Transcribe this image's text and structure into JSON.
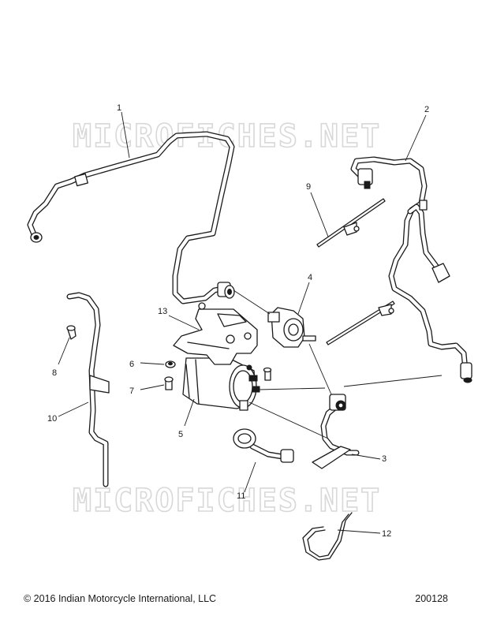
{
  "watermark": {
    "top_text": "MICROFICHES.NET",
    "bottom_text": "MICROFICHES.NET"
  },
  "callouts": [
    {
      "id": "1",
      "label": "1"
    },
    {
      "id": "2",
      "label": "2"
    },
    {
      "id": "3",
      "label": "3"
    },
    {
      "id": "4",
      "label": "4"
    },
    {
      "id": "5",
      "label": "5"
    },
    {
      "id": "6",
      "label": "6"
    },
    {
      "id": "7",
      "label": "7"
    },
    {
      "id": "8",
      "label": "8"
    },
    {
      "id": "9",
      "label": "9"
    },
    {
      "id": "10",
      "label": "10"
    },
    {
      "id": "11",
      "label": "11"
    },
    {
      "id": "12",
      "label": "12"
    },
    {
      "id": "13",
      "label": "13"
    }
  ],
  "footer": {
    "copyright": "© 2016 Indian Motorcycle International, LLC",
    "doc_number": "200128"
  },
  "colors": {
    "line": "#1a1a1a",
    "watermark": "#d8d8d8",
    "background": "#ffffff"
  }
}
